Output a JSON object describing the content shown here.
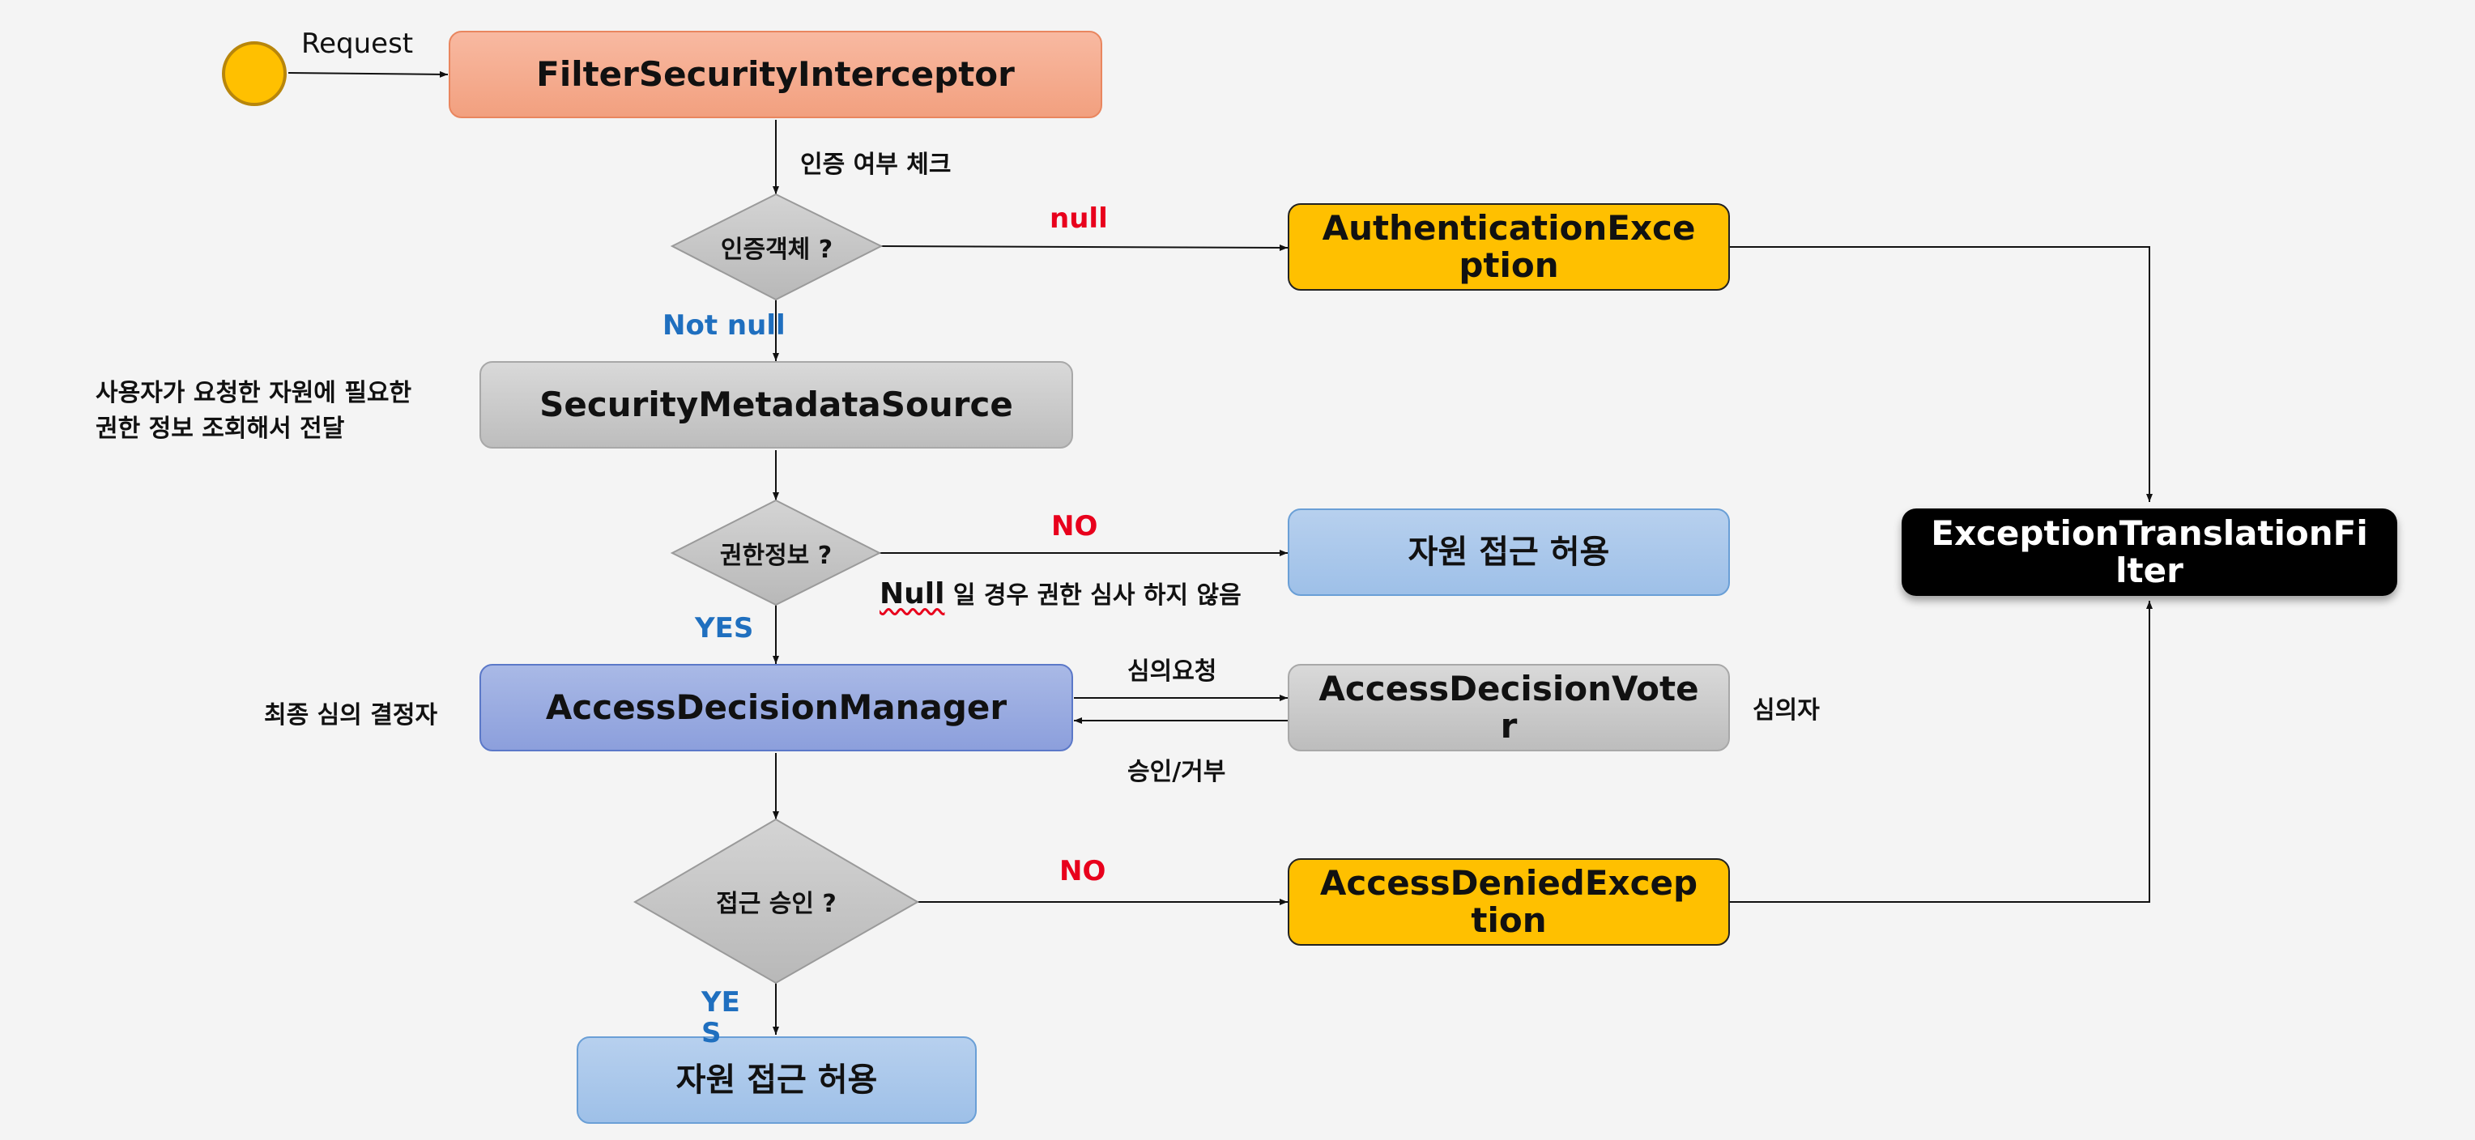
{
  "start_label": "Request",
  "nodes": {
    "filter_security_interceptor": "FilterSecurityInterceptor",
    "authentication_exception": "AuthenticationException",
    "security_metadata_source": "SecurityMetadataSource",
    "access_allowed_1": "자원 접근 허용",
    "exception_translation_filter": "ExceptionTranslationFilter",
    "access_decision_manager": "AccessDecisionManager",
    "access_decision_voter": "AccessDecisionVoter",
    "access_denied_exception": "AccessDeniedException",
    "access_allowed_2": "자원 접근 허용"
  },
  "decisions": {
    "auth_object": "인증객체 ?",
    "authority_info": "권한정보 ?",
    "access_approval": "접근 승인 ?"
  },
  "edge_labels": {
    "auth_check": "인증 여부 체크",
    "null": "null",
    "not_null": "Not null",
    "no_1": "NO",
    "yes_1": "YES",
    "null_word": "Null",
    "null_note_rest": " 일 경우 권한 심사 하지 않음",
    "deliberation_request": "심의요청",
    "approve_deny": "승인/거부",
    "no_2": "NO",
    "yes_2_line1": "YE",
    "yes_2_line2": "S"
  },
  "notes": {
    "metadata_line1": "사용자가 요청한 자원에 필요한",
    "metadata_line2": "권한 정보 조회해서 전달",
    "final_decider": "최종 심의 결정자",
    "voter": "심의자"
  },
  "colors": {
    "start_circle": "#ffc000",
    "orange": "#f2a07f",
    "gray": "#bdbdbd",
    "blue": "#9ec0e8",
    "purple": "#8c9fdc",
    "yellow": "#ffc000",
    "black": "#000000",
    "no_label": "#e8001c",
    "yes_label": "#1f6fbf"
  }
}
